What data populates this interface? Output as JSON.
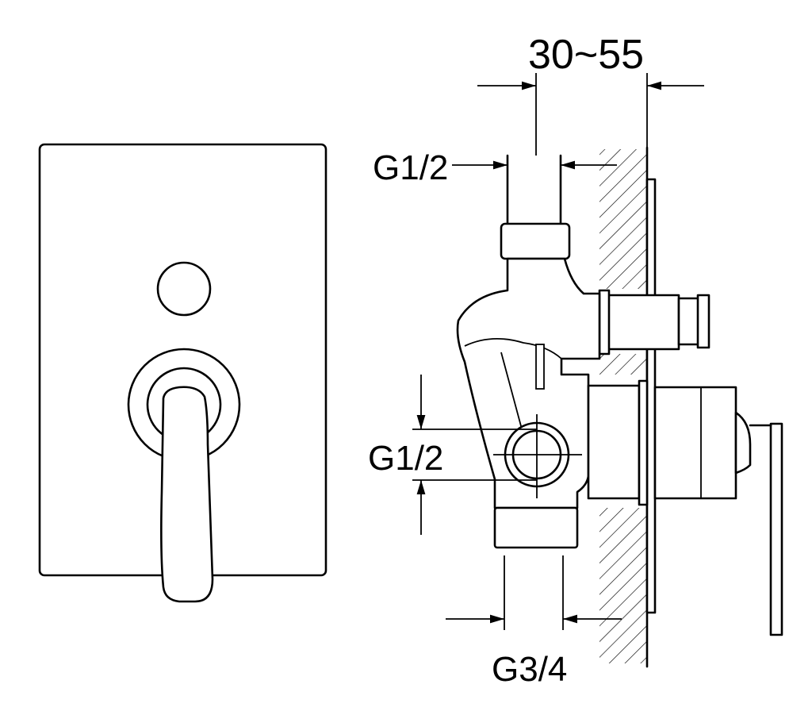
{
  "diagram": {
    "labels": {
      "depth_range": "30~55",
      "top_inlet": "G1/2",
      "side_inlet": "G1/2",
      "bottom_outlet": "G3/4"
    },
    "colors": {
      "line": "#000000",
      "background": "#ffffff"
    }
  }
}
